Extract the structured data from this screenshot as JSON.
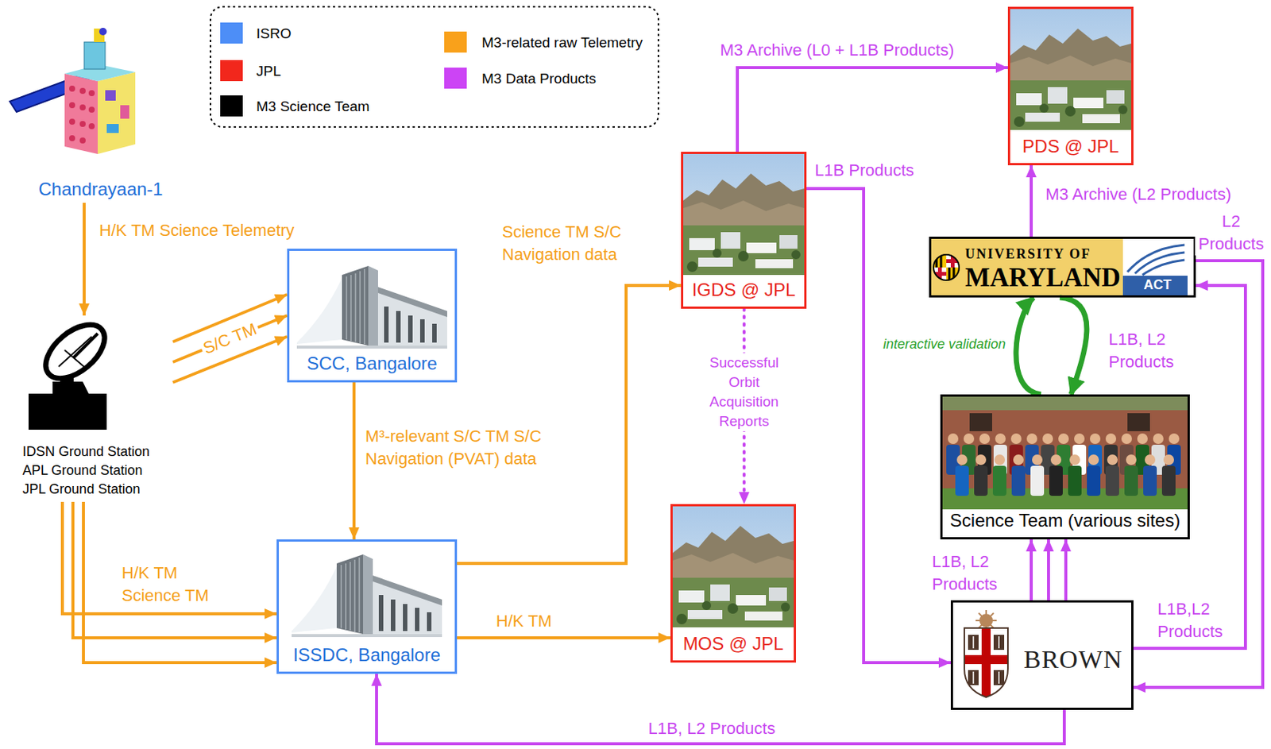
{
  "diagram": {
    "nodes": [
      {
        "text": [
          "Chandrayaan-1"
        ]
      },
      {
        "text": [
          "IDSN Ground Station APL Ground Station JPL Ground Station"
        ]
      },
      {
        "text": [
          "SCC, Bangalore"
        ]
      },
      {
        "text": [
          "ISSDC, Bangalore"
        ]
      },
      {
        "text": [
          "IGDS @ JPL"
        ]
      },
      {
        "text": [
          "MOS @ JPL"
        ]
      },
      {
        "text": [
          "PDS @ JPL"
        ]
      },
      {
        "text": [
          "UNIVERSITY OF MARYLAND",
          "ACT"
        ]
      },
      {
        "text": [
          "Science Team (various sites)"
        ]
      },
      {
        "text": [
          "BROWN"
        ]
      }
    ],
    "edges": [
      {
        "from": 0,
        "to": 1,
        "arrow": "to",
        "label": "H/K TM Science Telemetry"
      },
      {
        "from": 1,
        "to": 2,
        "arrow": "to"
      },
      {
        "from": 1,
        "to": 2,
        "arrow": "to",
        "label": "S/C TM"
      },
      {
        "from": 1,
        "to": 2,
        "arrow": "to"
      },
      {
        "from": 1,
        "to": 3,
        "arrow": "to",
        "label": "H/K TM Science TM"
      },
      {
        "from": 1,
        "to": 3,
        "arrow": "to"
      },
      {
        "from": 1,
        "to": 3,
        "arrow": "to"
      },
      {
        "from": 2,
        "to": 3,
        "arrow": "to",
        "label": "M³-relevant S/C TM S/C Navigation (PVAT) data"
      },
      {
        "from": 3,
        "to": 4,
        "arrow": "to",
        "label": "Science TM S/C Navigation data"
      },
      {
        "from": 3,
        "to": 5,
        "arrow": "to",
        "label": "H/K TM"
      },
      {
        "from": 4,
        "to": 5,
        "arrow": "to",
        "label": "Successful Orbit Acquisition Reports"
      },
      {
        "from": 4,
        "to": 6,
        "arrow": "to",
        "label": "M3 Archive (L0 + L1B Products)"
      },
      {
        "from": 4,
        "to": 9,
        "arrow": "to",
        "label": "L1B Products"
      },
      {
        "from": 7,
        "to": 6,
        "arrow": "to",
        "label": "M3 Archive (L2 Products)"
      },
      {
        "from": 7,
        "to": 9,
        "arrow": "to",
        "label": "L2 Products"
      },
      {
        "from": 7,
        "to": 8,
        "arrow": "to",
        "label": "L1B, L2 Products"
      },
      {
        "from": 8,
        "to": 7,
        "arrow": "to",
        "label": "interactive validation"
      },
      {
        "from": 9,
        "to": 8,
        "arrow": "to",
        "label": "L1B, L2 Products"
      },
      {
        "from": 9,
        "to": 8,
        "arrow": "to"
      },
      {
        "from": 9,
        "to": 8,
        "arrow": "to"
      },
      {
        "from": 9,
        "to": 7,
        "arrow": "to",
        "label": "L1B,L2 Products"
      },
      {
        "from": 9,
        "to": 3,
        "arrow": "to",
        "label": "L1B, L2 Products"
      }
    ],
    "legend": [
      {
        "text": "ISRO",
        "color": "#4d8ef7"
      },
      {
        "text": "JPL",
        "color": "#f2271c"
      },
      {
        "text": "M3 Science Team",
        "color": "#000000"
      },
      {
        "text": "M3-related raw Telemetry",
        "color": "#f9a11b"
      },
      {
        "text": "M3 Data Products",
        "color": "#cc44f5"
      }
    ]
  }
}
